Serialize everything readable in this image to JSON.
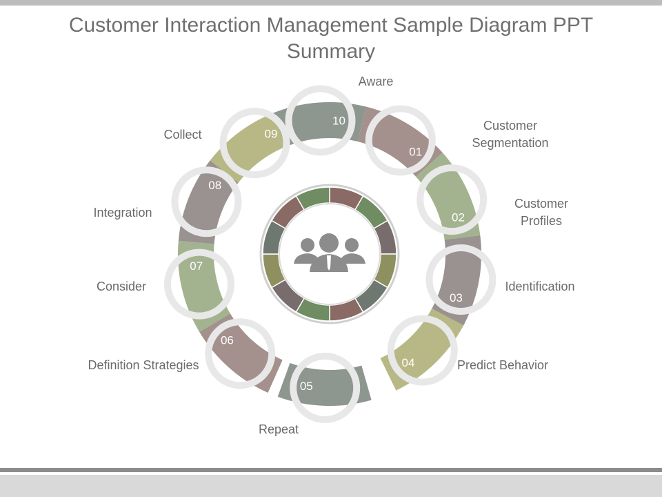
{
  "slide": {
    "title_line1": "Customer Interaction Management Sample Diagram PPT",
    "title_line2": "Summary"
  },
  "colors": {
    "sage_green": "#a3b38f",
    "olive": "#b8b886",
    "mauve": "#a4908d",
    "slate_gray": "#8d968f",
    "taupe": "#9a9191",
    "node_ring": "#e8e8e8",
    "inner_green": "#6f8c63",
    "inner_olive": "#8f9060",
    "inner_brown": "#8a6a64",
    "inner_gray": "#6f7870",
    "inner_taupe": "#786c6c",
    "people_icon": "#8c8c8c"
  },
  "center_icon": "people-group-icon",
  "stages": [
    {
      "number": "01",
      "label": "Customer Segmentation",
      "label_lines": [
        "Customer",
        "Segmentation"
      ]
    },
    {
      "number": "02",
      "label": "Customer Profiles",
      "label_lines": [
        "Customer",
        "Profiles"
      ]
    },
    {
      "number": "03",
      "label": "Identification",
      "label_lines": [
        "Identification"
      ]
    },
    {
      "number": "04",
      "label": "Predict Behavior",
      "label_lines": [
        "Predict Behavior"
      ]
    },
    {
      "number": "05",
      "label": "Repeat",
      "label_lines": [
        "Repeat"
      ]
    },
    {
      "number": "06",
      "label": "Definition Strategies",
      "label_lines": [
        "Definition Strategies"
      ]
    },
    {
      "number": "07",
      "label": "Consider",
      "label_lines": [
        "Consider"
      ]
    },
    {
      "number": "08",
      "label": "Integration",
      "label_lines": [
        "Integration"
      ]
    },
    {
      "number": "09",
      "label": "Collect",
      "label_lines": [
        "Collect"
      ]
    },
    {
      "number": "10",
      "label": "Aware",
      "label_lines": [
        "Aware"
      ]
    }
  ]
}
